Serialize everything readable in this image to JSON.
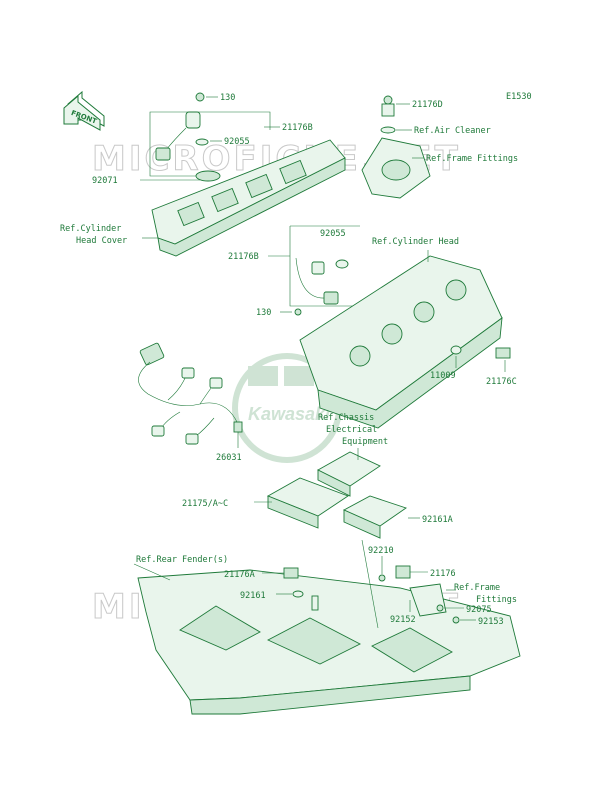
{
  "diagram_code": "E1530",
  "front_arrow_label": "FRONT",
  "watermark_text": "MICROFICHE.NET",
  "brand_text": "Kawasaki",
  "colors": {
    "line": "#1f7a3a",
    "fill": "#e9f5ec",
    "watermark": "#c9c9c9"
  },
  "labels": {
    "p130_top": "130",
    "p21176B_top": "21176B",
    "p92055_top": "92055",
    "p92071": "92071",
    "ref_cyl_head_cover_1": "Ref.Cylinder",
    "ref_cyl_head_cover_2": "Head Cover",
    "p21176D": "21176D",
    "ref_air_cleaner": "Ref.Air Cleaner",
    "ref_frame_fittings_top": "Ref.Frame Fittings",
    "p92055_mid": "92055",
    "p21176B_mid": "21176B",
    "p130_mid": "130",
    "ref_cyl_head": "Ref.Cylinder Head",
    "p11009": "11009",
    "p21176C": "21176C",
    "ref_chassis_1": "Ref.Chassis",
    "ref_chassis_2": "Electrical",
    "ref_chassis_3": "Equipment",
    "p26031": "26031",
    "p21175": "21175/A~C",
    "p92161A": "92161A",
    "ref_rear_fender": "Ref.Rear Fender(s)",
    "p92210": "92210",
    "p21176A": "21176A",
    "p21176": "21176",
    "ref_frame_1": "Ref.Frame",
    "ref_frame_2": "Fittings",
    "p92161": "92161",
    "p92075": "92075",
    "p92152": "92152",
    "p92153": "92153"
  }
}
